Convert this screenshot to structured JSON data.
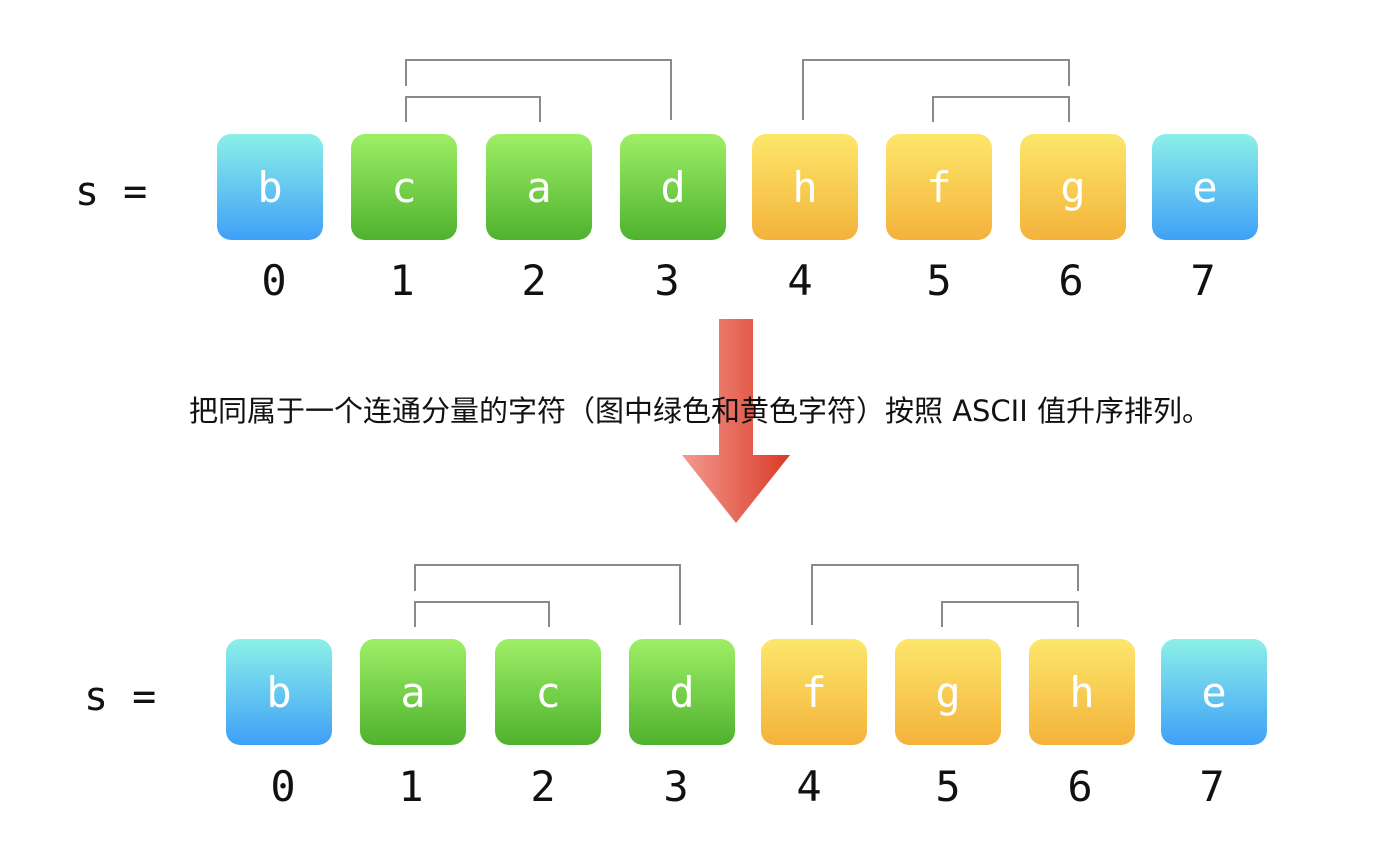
{
  "top": {
    "label": "s =",
    "cells": [
      {
        "char": "b",
        "index": "0",
        "color": "blue"
      },
      {
        "char": "c",
        "index": "1",
        "color": "green"
      },
      {
        "char": "a",
        "index": "2",
        "color": "green"
      },
      {
        "char": "d",
        "index": "3",
        "color": "green"
      },
      {
        "char": "h",
        "index": "4",
        "color": "yellow"
      },
      {
        "char": "f",
        "index": "5",
        "color": "yellow"
      },
      {
        "char": "g",
        "index": "6",
        "color": "yellow"
      },
      {
        "char": "e",
        "index": "7",
        "color": "blue"
      }
    ]
  },
  "caption": "把同属于一个连通分量的字符（图中绿色和黄色字符）按照 ASCII 值升序排列。",
  "bottom": {
    "label": "s =",
    "cells": [
      {
        "char": "b",
        "index": "0",
        "color": "blue"
      },
      {
        "char": "a",
        "index": "1",
        "color": "green"
      },
      {
        "char": "c",
        "index": "2",
        "color": "green"
      },
      {
        "char": "d",
        "index": "3",
        "color": "green"
      },
      {
        "char": "f",
        "index": "4",
        "color": "yellow"
      },
      {
        "char": "g",
        "index": "5",
        "color": "yellow"
      },
      {
        "char": "h",
        "index": "6",
        "color": "yellow"
      },
      {
        "char": "e",
        "index": "7",
        "color": "blue"
      }
    ]
  },
  "colors": {
    "blue": "#3fa0f7",
    "green": "#4fb22f",
    "yellow": "#f4b23b",
    "arrow": "#e04a3a",
    "bracket": "#8a8a8a"
  }
}
